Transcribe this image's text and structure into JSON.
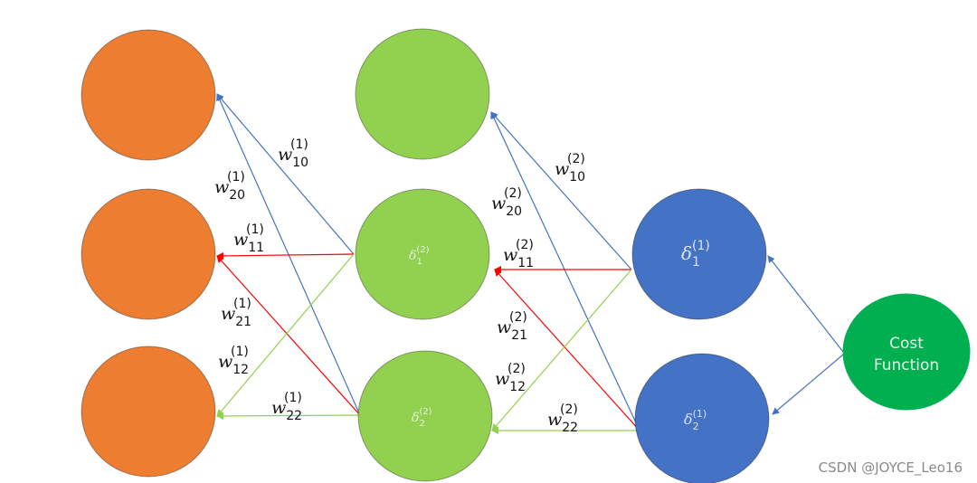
{
  "colors": {
    "input_node": "#ED7D31",
    "hidden_node": "#92D050",
    "output_node": "#4472C4",
    "cost_node": "#00B050",
    "edge_blue": "#4472C4",
    "edge_red": "#FF0000",
    "edge_green": "#92D050",
    "node_text_light": "#E2F0D9",
    "node_text_blue": "#DDE6F5",
    "cost_text": "#E6F6E6",
    "watermark": "#8A8A8A"
  },
  "nodes": [
    {
      "id": "in0",
      "layer": "input",
      "label": ""
    },
    {
      "id": "in1",
      "layer": "input",
      "label": ""
    },
    {
      "id": "in2",
      "layer": "input",
      "label": ""
    },
    {
      "id": "h0",
      "layer": "hidden",
      "label": ""
    },
    {
      "id": "h1",
      "layer": "hidden",
      "label": "δ",
      "sub": "1",
      "sup": "(2)"
    },
    {
      "id": "h2",
      "layer": "hidden",
      "label": "δ",
      "sub": "2",
      "sup": "(2)"
    },
    {
      "id": "o1",
      "layer": "output",
      "label": "δ",
      "sub": "1",
      "sup": "(1)"
    },
    {
      "id": "o2",
      "layer": "output",
      "label": "δ",
      "sub": "2",
      "sup": "(1)"
    },
    {
      "id": "cost",
      "layer": "cost",
      "lines": [
        "Cost",
        "Function"
      ]
    }
  ],
  "edges": [
    {
      "from": "h1",
      "to": "in0",
      "color": "blue",
      "weight": {
        "base": "w",
        "sub": "10",
        "sup": "(1)"
      }
    },
    {
      "from": "h2",
      "to": "in0",
      "color": "blue",
      "weight": {
        "base": "w",
        "sub": "20",
        "sup": "(1)"
      }
    },
    {
      "from": "h1",
      "to": "in1",
      "color": "red",
      "weight": {
        "base": "w",
        "sub": "11",
        "sup": "(1)"
      }
    },
    {
      "from": "h2",
      "to": "in1",
      "color": "red",
      "weight": {
        "base": "w",
        "sub": "21",
        "sup": "(1)"
      }
    },
    {
      "from": "h1",
      "to": "in2",
      "color": "green",
      "weight": {
        "base": "w",
        "sub": "12",
        "sup": "(1)"
      }
    },
    {
      "from": "h2",
      "to": "in2",
      "color": "green",
      "weight": {
        "base": "w",
        "sub": "22",
        "sup": "(1)"
      }
    },
    {
      "from": "o1",
      "to": "h0",
      "color": "blue",
      "weight": {
        "base": "w",
        "sub": "10",
        "sup": "(2)"
      }
    },
    {
      "from": "o2",
      "to": "h0",
      "color": "blue",
      "weight": {
        "base": "w",
        "sub": "20",
        "sup": "(2)"
      }
    },
    {
      "from": "o1",
      "to": "h1",
      "color": "red",
      "weight": {
        "base": "w",
        "sub": "11",
        "sup": "(2)"
      }
    },
    {
      "from": "o2",
      "to": "h1",
      "color": "red",
      "weight": {
        "base": "w",
        "sub": "21",
        "sup": "(2)"
      }
    },
    {
      "from": "o1",
      "to": "h2",
      "color": "green",
      "weight": {
        "base": "w",
        "sub": "12",
        "sup": "(2)"
      }
    },
    {
      "from": "o2",
      "to": "h2",
      "color": "green",
      "weight": {
        "base": "w",
        "sub": "22",
        "sup": "(2)"
      }
    },
    {
      "from": "cost",
      "to": "o1",
      "color": "blue",
      "weight": null
    },
    {
      "from": "cost",
      "to": "o2",
      "color": "blue",
      "weight": null
    }
  ],
  "watermark": "CSDN @JOYCE_Leo16"
}
